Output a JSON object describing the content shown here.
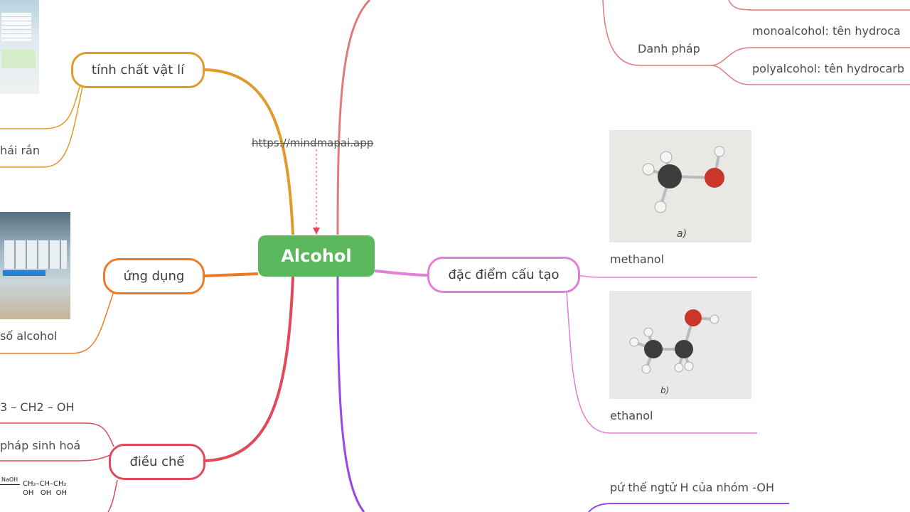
{
  "center": {
    "label": "Alcohol",
    "color": "#5cb85c"
  },
  "watermark": "https://mindmapai.app",
  "branches": {
    "physical": {
      "label": "tính chất vật lí",
      "color": "#e29a2b"
    },
    "uses": {
      "label": "ứng dụng",
      "color": "#f07a22"
    },
    "prep": {
      "label": "điều chế",
      "color": "#e2495a"
    },
    "structure": {
      "label": "đặc điểm cấu tạo",
      "color": "#e37fd4"
    },
    "naming_color": "#de7b7b",
    "reaction_color": "#9b46e8"
  },
  "leaves": {
    "nomenclature": "Danh pháp",
    "monoalcohol": "monoalcohol: tên hydroca",
    "polyalcohol": "polyalcohol: tên hydrocarb",
    "methanol": "methanol",
    "ethanol": "ethanol",
    "phys_leaf": "hái rắn",
    "uses_leaf": "số alcohol",
    "prep_leaf1": "3 – CH2 – OH",
    "prep_leaf2": "pháp sinh hoá",
    "reaction_leaf": "pứ thế ngtử H của nhóm -OH"
  },
  "images": {
    "methanol_caption": "a)",
    "ethanol_caption": "b)",
    "formula_naoh": "NaOH",
    "formula_top": "CH₂–CH–CH₂",
    "formula_bottom": "OH   OH  OH"
  }
}
